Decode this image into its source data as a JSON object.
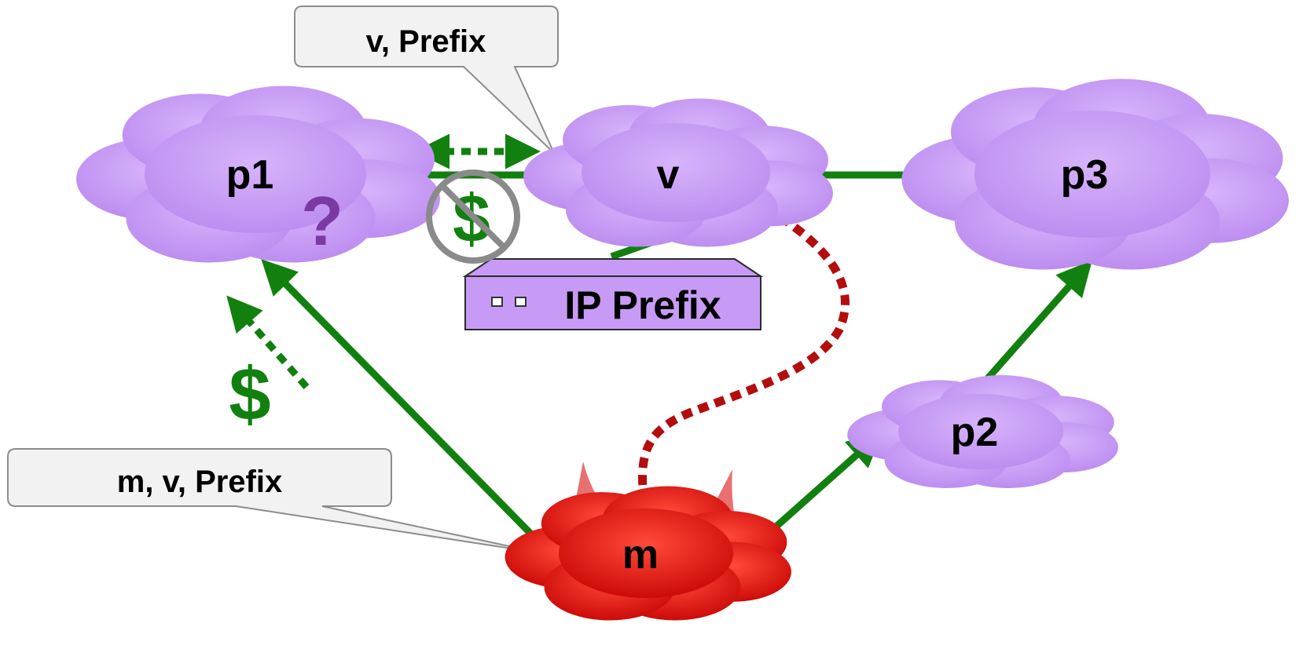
{
  "nodes": {
    "p1": "p1",
    "v": "v",
    "p3": "p3",
    "p2": "p2",
    "m": "m"
  },
  "callouts": {
    "top": "v, Prefix",
    "bottom": "m, v, Prefix"
  },
  "router_label": "IP Prefix",
  "symbols": {
    "question": "?",
    "dollar_blocked": "$",
    "dollar_paid": "$"
  },
  "colors": {
    "cloud": "#c79bf5",
    "cloud_stroke": "#a57ad8",
    "malicious_cloud": "#e01010",
    "link": "#12800f",
    "attack_path": "#b40d0d",
    "question_mark": "#7b3aa3",
    "prohibit": "#8a8a8a",
    "callout_fill": "#f2f2f2"
  },
  "icons": {
    "prohibit_sign": "no-money-icon",
    "horns": "devil-horns-icon"
  }
}
